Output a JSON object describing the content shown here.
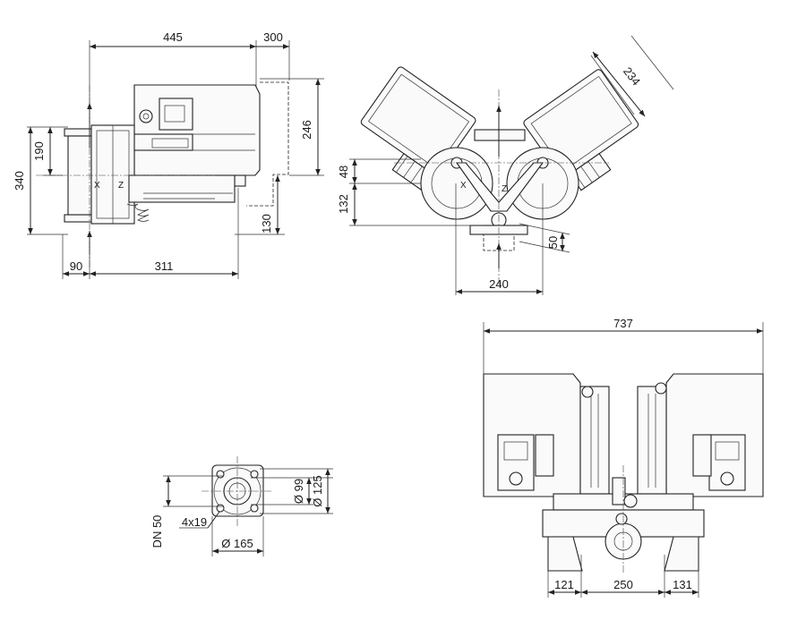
{
  "colors": {
    "line": "#222222",
    "background": "#ffffff"
  },
  "side_view": {
    "dims": {
      "d445": "445",
      "d300": "300",
      "d246": "246",
      "d190": "190",
      "d340": "340",
      "d130": "130",
      "d90": "90",
      "d311": "311"
    },
    "labels": {
      "x": "X",
      "z": "Z"
    }
  },
  "top_view": {
    "dims": {
      "d234": "234",
      "d48": "48",
      "d132": "132",
      "d50": "50",
      "d240": "240"
    },
    "labels": {
      "x": "X",
      "z": "Z"
    }
  },
  "flange_view": {
    "dims": {
      "dn": "DN 50",
      "holes": "4x19",
      "d99": "Ø 99",
      "d125": "Ø 125",
      "d165": "Ø 165"
    }
  },
  "front_view": {
    "dims": {
      "d737": "737",
      "d121": "121",
      "d250": "250",
      "d131": "131"
    }
  }
}
